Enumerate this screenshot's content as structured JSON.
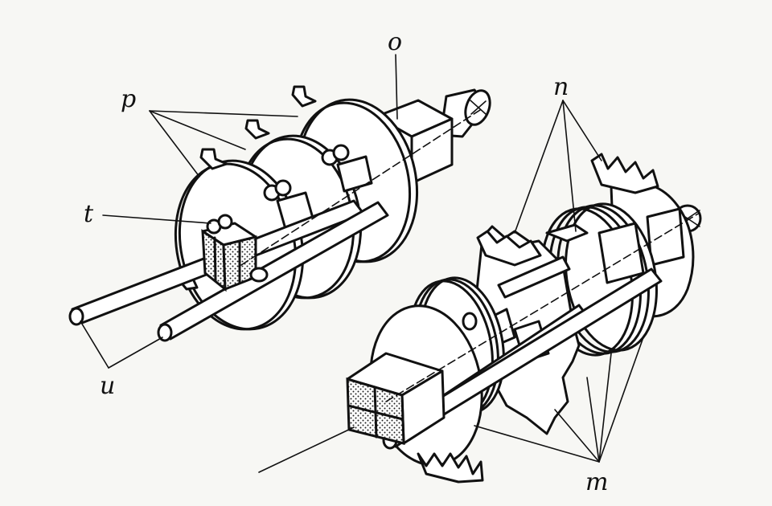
{
  "figure": {
    "labels": {
      "p": "p",
      "o": "o",
      "t": "t",
      "u": "u",
      "n": "n",
      "m": "m"
    },
    "colors": {
      "ink": "#111111",
      "paper": "#f7f7f4"
    }
  }
}
